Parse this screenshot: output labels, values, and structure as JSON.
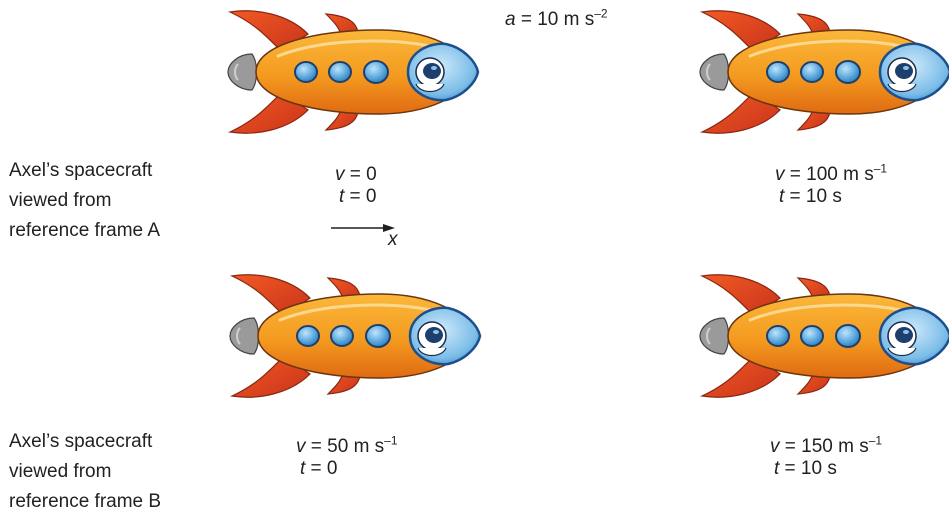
{
  "acceleration": {
    "symbol": "a",
    "rel": " = 10 m s",
    "exp": "–2"
  },
  "frames": [
    {
      "label_lines": [
        "Axel’s spacecraft",
        "viewed from",
        "reference frame A"
      ],
      "start": {
        "v_symbol": "v",
        "v_rel": " = 0",
        "v_exp": "",
        "t_symbol": "t",
        "t_rel": " = 0"
      },
      "end": {
        "v_symbol": "v",
        "v_rel": " = 100 m s",
        "v_exp": "–1",
        "t_symbol": "t",
        "t_rel": " = 10 s"
      }
    },
    {
      "label_lines": [
        "Axel’s spacecraft",
        "viewed from",
        "reference frame B"
      ],
      "start": {
        "v_symbol": "v",
        "v_rel": " = 50 m s",
        "v_exp": "–1",
        "t_symbol": "t",
        "t_rel": " = 0"
      },
      "end": {
        "v_symbol": "v",
        "v_rel": " = 150 m s",
        "v_exp": "–1",
        "t_symbol": "t",
        "t_rel": " = 10 s"
      }
    }
  ],
  "axis": {
    "label": "x"
  },
  "icons": {
    "rocket": "rocket-icon",
    "arrow": "arrow-right-icon"
  },
  "colors": {
    "body": "#f39a1f",
    "body_dark": "#e06a12",
    "fin": "#e5431d",
    "window": "#5aa7dc",
    "nozzle": "#9a9a9a",
    "cockpit": "#1d4f8c"
  }
}
